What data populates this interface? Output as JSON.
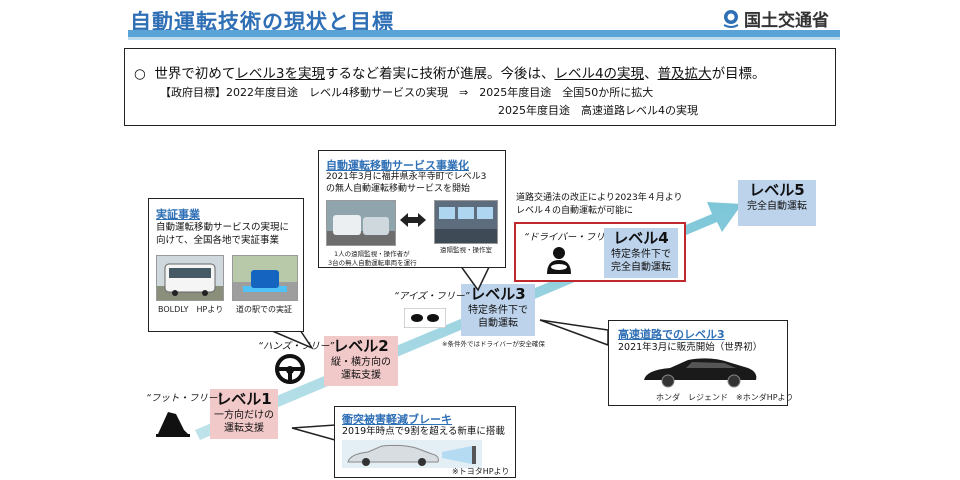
{
  "header": {
    "title": "自動運転技術の現状と目標",
    "ministry": "国土交通省",
    "accent_color": "#2f6fb5"
  },
  "summary": {
    "bullet": "○",
    "line1_parts": [
      "世界で初めて",
      "レベル3を実現",
      "するなど着実に技術が進展。今後は、",
      "レベル4の実現",
      "、",
      "普及拡大",
      "が目標。"
    ],
    "line2": "【政府目標】2022年度目途　レベル4移動サービスの実現　⇒　2025年度目途　全国50か所に拡大",
    "line3": "2025年度目途　高速道路レベル4の実現"
  },
  "levels": [
    {
      "name": "レベル1",
      "desc1": "一方向だけの",
      "desc2": "運転支援",
      "quote": "“フット・フリー”"
    },
    {
      "name": "レベル2",
      "desc1": "縦・横方向の",
      "desc2": "運転支援",
      "quote": "“ハンズ・フリー”"
    },
    {
      "name": "レベル3",
      "desc1": "特定条件下で",
      "desc2": "自動運転",
      "quote": "“アイズ・フリー”",
      "note": "※条件外ではドライバーが安全確保"
    },
    {
      "name": "レベル4",
      "desc1": "特定条件下で",
      "desc2": "完全自動運転",
      "quote": "“ドライバー・フリー”"
    },
    {
      "name": "レベル5",
      "desc1": "完全自動運転"
    }
  ],
  "callouts": {
    "demo": {
      "title": "実証事業",
      "text1": "自動運転移動サービスの実現に",
      "text2": "向けて、全国各地で実証事業",
      "cap1": "BOLDLY　HPより",
      "cap2": "道の駅での実証"
    },
    "service": {
      "title": "自動運転移動サービス事業化",
      "text1": "2021年3月に福井県永平寺町でレベル3",
      "text2": "の無人自動運転移動サービスを開始",
      "cap1a": "1人の遠隔監視・操作者が",
      "cap1b": "3台の無人自動運転車両を運行",
      "cap2": "遠隔監視・操作室"
    },
    "law": {
      "text1": "道路交通法の改正により2023年４月より",
      "text2": "レベル４の自動運転が可能に"
    },
    "highway": {
      "title": "高速道路でのレベル3",
      "text": "2021年3月に販売開始（世界初）",
      "cap": "ホンダ　レジェンド　※ホンダHPより"
    },
    "brake": {
      "title": "衝突被害軽減ブレーキ",
      "text": "2019年時点で9割を超える新車に搭載",
      "cap": "※トヨタHPより"
    }
  },
  "icons": [
    "ministry-logo-icon",
    "foot-pedal-icon",
    "steering-wheel-icon",
    "eyes-icon",
    "driver-icon",
    "double-arrow-icon"
  ]
}
